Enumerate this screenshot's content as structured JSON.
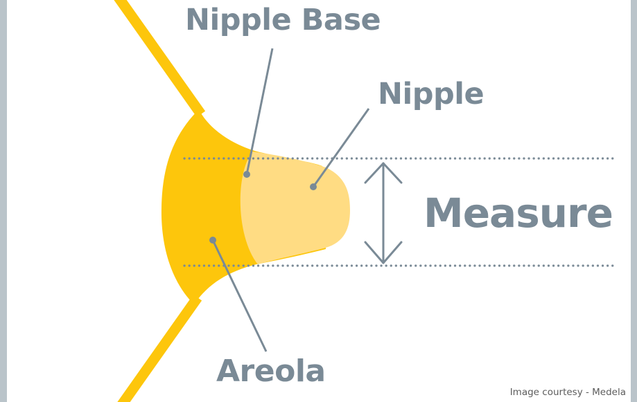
{
  "labels": {
    "nipple_base": "Nipple Base",
    "nipple": "Nipple",
    "measure": "Measure",
    "areola": "Areola"
  },
  "credit": "Image courtesy - Medela",
  "colors": {
    "breast_outline": "#fdc60c",
    "areola": "#fdc60c",
    "nipple": "#ffdc83",
    "label_text": "#7a8a96",
    "leader_line": "#7a8a96",
    "dotted_guide": "#7a8a96",
    "side_bar": "#bac4ca"
  }
}
